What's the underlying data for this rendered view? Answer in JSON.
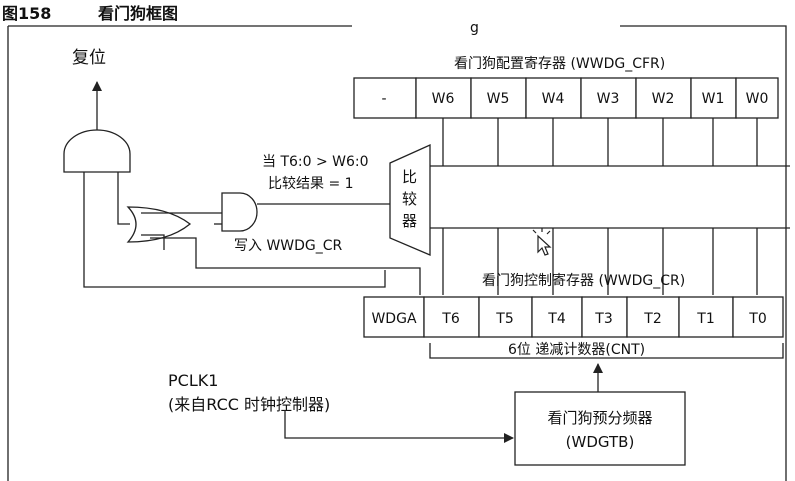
{
  "figure": {
    "number": "图158",
    "title": "看门狗框图"
  },
  "reset_label": "复位",
  "cfr": {
    "title": "看门狗配置寄存器 (WWDG_CFR)",
    "bits": [
      "-",
      "W6",
      "W5",
      "W4",
      "W3",
      "W2",
      "W1",
      "W0"
    ]
  },
  "comparator": {
    "label": "比较器",
    "chars": [
      "比",
      "较",
      "器"
    ],
    "condition_line1": "当 T6:0 > W6:0",
    "condition_line2": "比较结果 = 1"
  },
  "write_label": "写入 WWDG_CR",
  "cr": {
    "title": "看门狗控制寄存器 (WWDG_CR)",
    "bits": [
      "WDGA",
      "T6",
      "T5",
      "T4",
      "T3",
      "T2",
      "T1",
      "T0"
    ]
  },
  "counter_label": "6位 递减计数器(CNT)",
  "pclk": {
    "line1": "PCLK1",
    "line2": "(来自RCC 时钟控制器)"
  },
  "prescaler": {
    "line1": "看门狗预分频器",
    "line2": "(WDGTB)"
  },
  "icons": [
    "cursor-icon",
    "and-gate-icon",
    "or-gate-icon",
    "comparator-icon"
  ]
}
